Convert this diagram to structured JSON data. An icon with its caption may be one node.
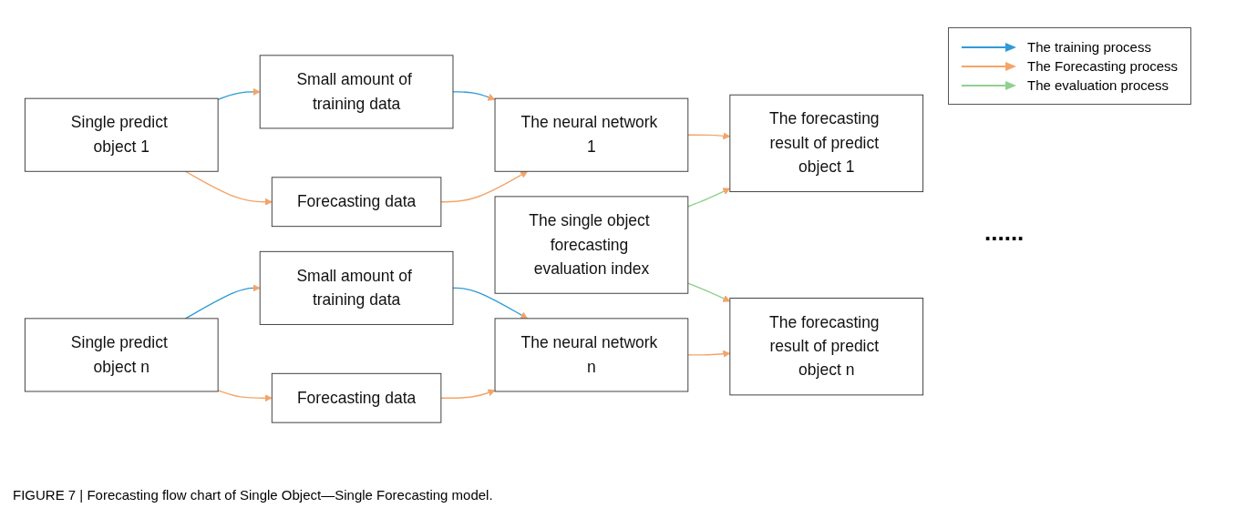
{
  "diagram": {
    "caption": "FIGURE 7 | Forecasting flow chart of Single Object—Single Forecasting model.",
    "nodes": [
      {
        "text": [
          "Single predict object 1"
        ]
      },
      {
        "text": [
          "Small amount of training data"
        ]
      },
      {
        "text": [
          "Forecasting data"
        ]
      },
      {
        "text": [
          "The neural network 1"
        ]
      },
      {
        "text": [
          "The forecasting result of predict object 1"
        ]
      },
      {
        "text": [
          "The single object forecasting evaluation index"
        ]
      },
      {
        "text": [
          "Single predict object n"
        ]
      },
      {
        "text": [
          "Small amount of training data"
        ]
      },
      {
        "text": [
          "Forecasting data"
        ]
      },
      {
        "text": [
          "The neural network n"
        ]
      },
      {
        "text": [
          "The forecasting result of predict object n"
        ]
      }
    ],
    "edges": [
      {
        "from": 0,
        "to": 1,
        "arrow": "to",
        "color": "#2e9bd6"
      },
      {
        "from": 0,
        "to": 2,
        "arrow": "to"
      },
      {
        "from": 1,
        "to": 3,
        "arrow": "to",
        "color": "#2e9bd6"
      },
      {
        "from": 2,
        "to": 3,
        "arrow": "to"
      },
      {
        "from": 3,
        "to": 4,
        "arrow": "to"
      },
      {
        "from": 5,
        "to": 4,
        "arrow": "to",
        "color": "#8fd18f"
      },
      {
        "from": 6,
        "to": 7,
        "arrow": "to",
        "color": "#2e9bd6"
      },
      {
        "from": 6,
        "to": 8,
        "arrow": "to"
      },
      {
        "from": 7,
        "to": 9,
        "arrow": "to",
        "color": "#2e9bd6"
      },
      {
        "from": 8,
        "to": 9,
        "arrow": "to"
      },
      {
        "from": 9,
        "to": 10,
        "arrow": "to"
      },
      {
        "from": 5,
        "to": 10,
        "arrow": "to",
        "color": "#8fd18f"
      }
    ],
    "labels": [
      "......"
    ],
    "legend": [
      {
        "text": "The training process",
        "color": "#2e9bd6"
      },
      {
        "text": "The Forecasting process",
        "color": "#f4a46a"
      },
      {
        "text": "The evaluation process",
        "color": "#8fd18f"
      }
    ]
  }
}
